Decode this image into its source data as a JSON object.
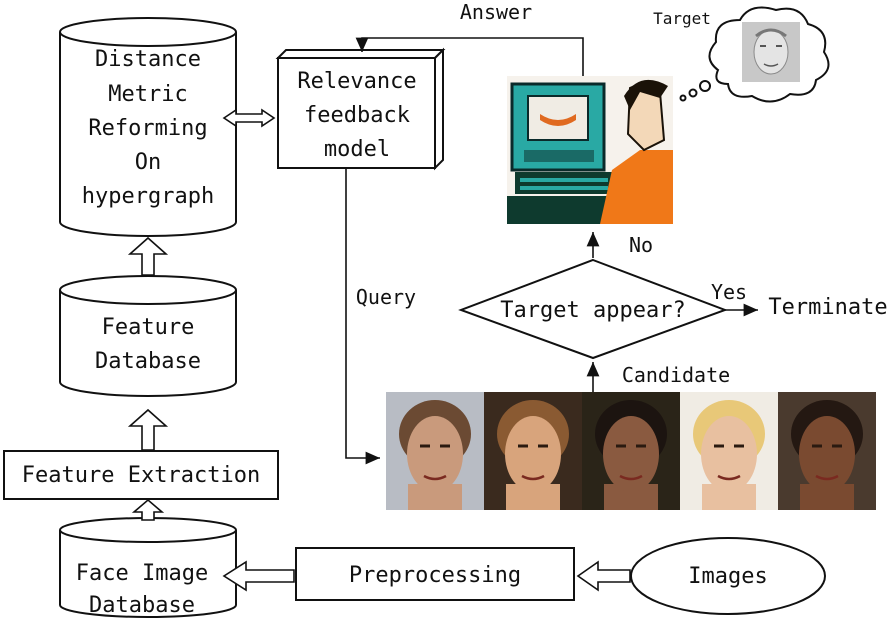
{
  "nodes": {
    "distance_metric": {
      "lines": [
        "Distance",
        "Metric",
        "Reforming",
        "On",
        "hypergraph"
      ]
    },
    "relevance_feedback": {
      "lines": [
        "Relevance",
        "feedback",
        "model"
      ]
    },
    "feature_database": {
      "lines": [
        "Feature",
        "Database"
      ]
    },
    "feature_extraction": {
      "label": "Feature Extraction"
    },
    "face_image_database": {
      "lines": [
        "Face Image",
        "Database"
      ]
    },
    "preprocessing": {
      "label": "Preprocessing"
    },
    "images": {
      "label": "Images"
    },
    "decision": {
      "label": "Target appear?"
    },
    "terminate": {
      "label": "Terminate"
    },
    "target_thought": {
      "label": "Target"
    }
  },
  "edge_labels": {
    "answer": "Answer",
    "query": "Query",
    "no": "No",
    "yes": "Yes",
    "candidate": "Candidate"
  },
  "candidate_faces": [
    {
      "skin": "#c99a7c",
      "hair": "#6b4a33",
      "bg": "#b8bcc4"
    },
    {
      "skin": "#d8a47c",
      "hair": "#8a5a32",
      "bg": "#3a2a1e"
    },
    {
      "skin": "#8a5a40",
      "hair": "#1c1410",
      "bg": "#2a2418"
    },
    {
      "skin": "#e8c0a0",
      "hair": "#e8c878",
      "bg": "#f0ece4"
    },
    {
      "skin": "#7a4a30",
      "hair": "#241812",
      "bg": "#4a3a2e"
    }
  ]
}
